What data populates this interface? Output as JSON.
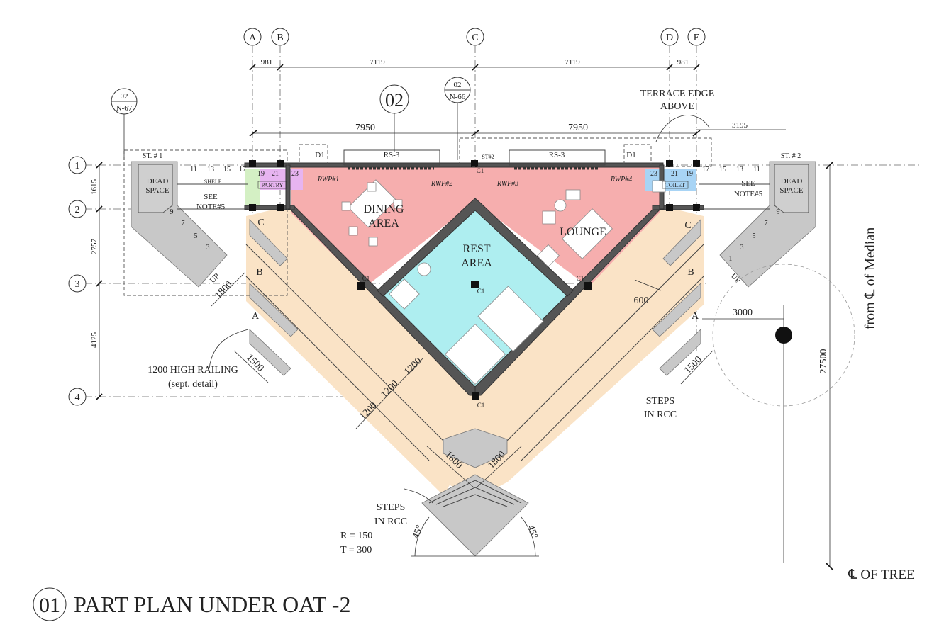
{
  "grid_letters": [
    "A",
    "B",
    "C",
    "D",
    "E"
  ],
  "grid_numbers": [
    "1",
    "2",
    "3",
    "4"
  ],
  "dims_top": {
    "d1": "981",
    "d2": "7119",
    "d3": "7119",
    "d4": "981"
  },
  "dims_mid": {
    "left": "7950",
    "right": "7950",
    "right_small": "3195"
  },
  "dims_side": {
    "d1": "1615",
    "d2": "2757",
    "d3": "4125"
  },
  "dims_misc": {
    "up_left": "1800",
    "up_right_600": "600",
    "r3000": "3000",
    "tree_27500": "27500",
    "left_1500": "1500",
    "right_1500": "1500",
    "w1200_a": "1200",
    "w1200_b": "1200",
    "w1200_c": "1200",
    "bot_1800_a": "1800",
    "bot_1800_b": "1800",
    "ang_left": "45°",
    "ang_right": "45°"
  },
  "section_refs": {
    "n67_top": "02",
    "n67_bot": "N-67",
    "n66_top": "02",
    "n66_bot": "N-66",
    "big": "02"
  },
  "rooms": {
    "dining_1": "DINING",
    "dining_2": "AREA",
    "lounge": "LOUNGE",
    "rest_1": "REST",
    "rest_2": "AREA",
    "pantry": "PANTRY",
    "toilet": "TOILET",
    "dead_left_1": "DEAD",
    "dead_left_2": "SPACE",
    "dead_right_1": "DEAD",
    "dead_right_2": "SPACE"
  },
  "small_labels": {
    "st1": "ST. # 1",
    "st2": "ST. # 2",
    "st2_small": "ST#2",
    "d1_left": "D1",
    "d1_right": "D1",
    "rs3_left": "RS-3",
    "rs3_right": "RS-3",
    "rwp1": "RWP#1",
    "rwp2": "RWP#2",
    "rwp3": "RWP#3",
    "rwp4": "RWP#4",
    "shelf": "SHELF",
    "c1": "C1",
    "rc": "C",
    "rb": "B",
    "ra": "A",
    "up": "UP",
    "stair_l": [
      "11",
      "13",
      "15",
      "17",
      "19",
      "21",
      "23"
    ],
    "stair_r": [
      "23",
      "21",
      "19",
      "17",
      "15",
      "13",
      "11"
    ],
    "flight_l": [
      "9",
      "7",
      "5",
      "3"
    ],
    "flight_r": [
      "9",
      "7",
      "5",
      "3",
      "1"
    ]
  },
  "notes": {
    "terrace_1": "TERRACE EDGE",
    "terrace_2": "ABOVE",
    "see_note_l1": "SEE",
    "see_note_l2": "NOTE#5",
    "see_note_r1": "SEE",
    "see_note_r2": "NOTE#5",
    "railing_1": "1200 HIGH RAILING",
    "railing_2": "(sept. detail)",
    "steps_r1": "STEPS",
    "steps_r2": "IN RCC",
    "steps_b1": "STEPS",
    "steps_b2": "IN RCC",
    "riser": "R = 150",
    "tread": "T = 300",
    "median": "from ℄ of Median",
    "tree": "℄ OF TREE"
  },
  "title": {
    "number": "01",
    "text": "PART PLAN UNDER OAT -2"
  },
  "colors": {
    "dining_lounge": "#f6aeae",
    "rest": "#aeeef0",
    "deck": "#fae3c6",
    "pantry": "#e7b4f0",
    "toilet": "#a8d4f5",
    "green": "#d4f0c4",
    "steps": "#c8c8c8",
    "dead_space": "#cfcfcf"
  }
}
